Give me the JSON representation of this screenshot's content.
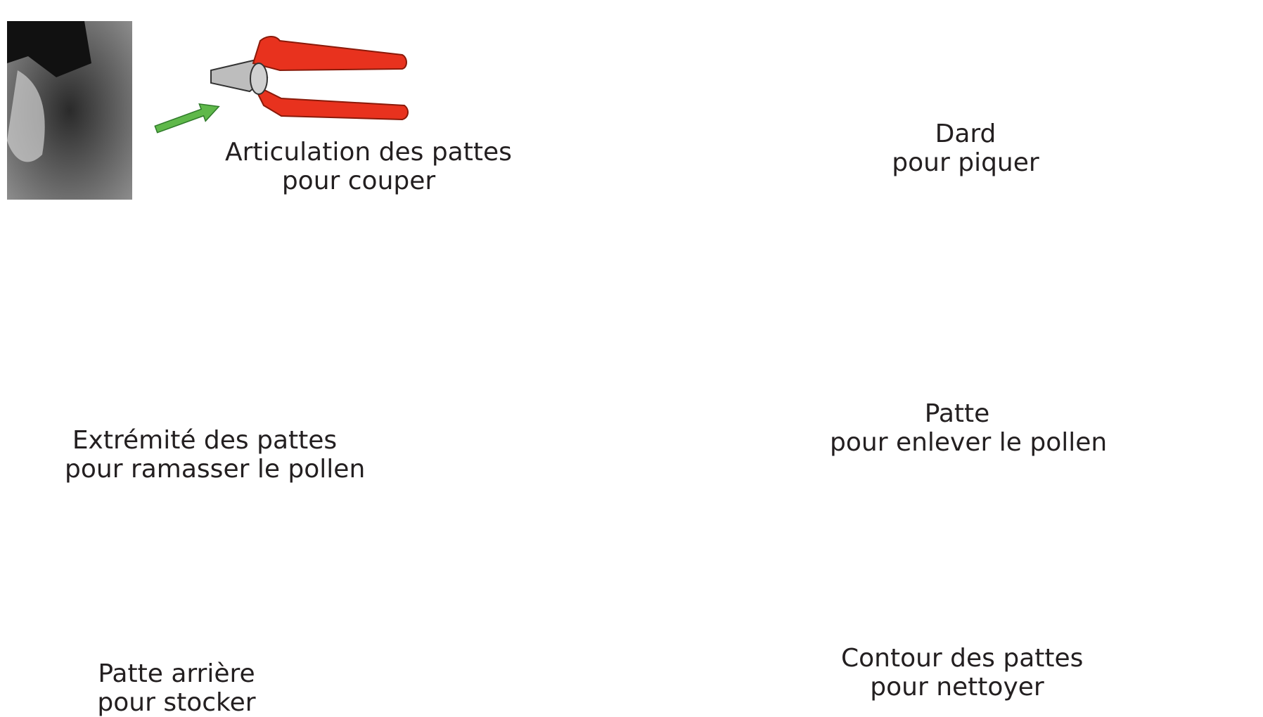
{
  "labels": {
    "cut": {
      "line1": "Articulation des pattes",
      "line2": "pour couper"
    },
    "sting": {
      "line1": "Dard",
      "line2": "pour piquer"
    },
    "gather": {
      "line1": "Extrémité des pattes",
      "line2": "pour ramasser le pollen"
    },
    "remove": {
      "line1": "Patte",
      "line2": "pour enlever le pollen"
    },
    "store": {
      "line1": "Patte arrière",
      "line2": "pour stocker"
    },
    "clean": {
      "line1": "Contour des pattes",
      "line2": "pour nettoyer"
    }
  },
  "colors": {
    "green_arrow": "#5fb84a",
    "blue_bolt": "#2e3a96",
    "bee_orange": "#f07b2a",
    "bee_wing": "#5ec8e0",
    "bee_yellow": "#f4ec2a",
    "bee_shoe": "#8b1a1a",
    "pliers_red": "#e8321e",
    "comb_purple": "#3c2a96",
    "brush_wood": "#8a2a12",
    "brush_bristle": "#d8e83a",
    "basket_orange": "#f09a1e"
  },
  "icons": {
    "mandible_photo": "bee-mandible-photo-icon",
    "pliers": "pliers-icon",
    "bee_top": "cartoon-bee-icon",
    "stinger_photo": "stinger-photo-icon",
    "sword": "sword-icon",
    "claw_photo": "claw-photo-icon",
    "rake": "hand-rake-icon",
    "bee_middle": "cartoon-bee-icon",
    "leg_bristle_photo": "leg-bristles-photo-icon",
    "comb": "comb-icon",
    "hind_leg_photo": "hind-leg-photo-icon",
    "basket": "basket-icon",
    "leg_edge_photo": "leg-edge-photo-icon",
    "brush": "hair-brush-icon"
  }
}
